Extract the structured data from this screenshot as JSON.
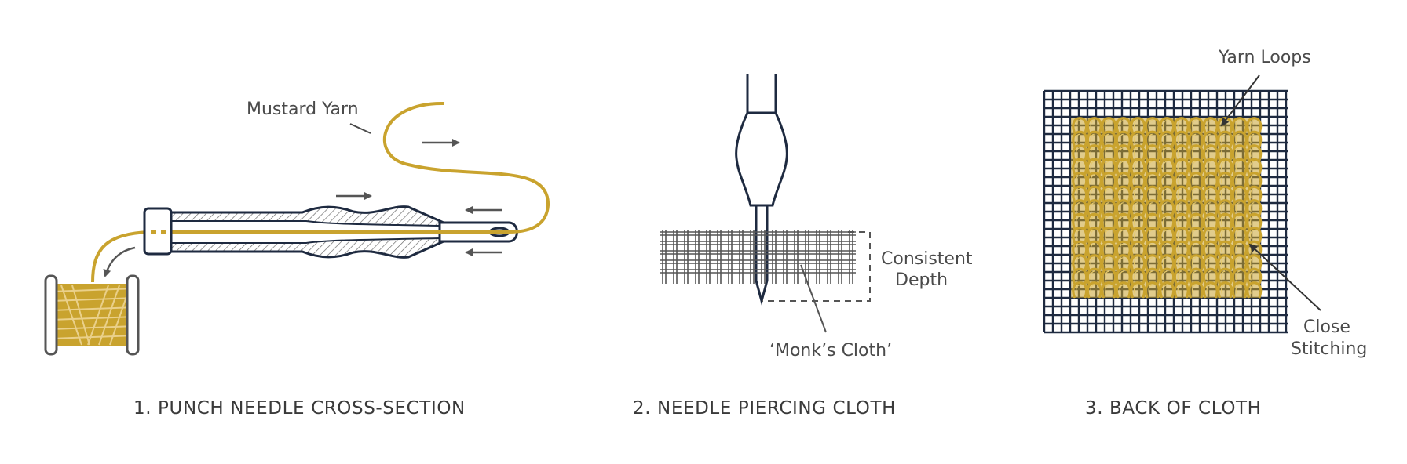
{
  "colors": {
    "navy": "#1e2a40",
    "yarn": "#c9a32e",
    "gray": "#555555",
    "hatch": "#6c6c6c"
  },
  "panel1": {
    "caption": "1. PUNCH NEEDLE CROSS-SECTION",
    "yarn_label": "Mustard Yarn"
  },
  "panel2": {
    "caption": "2. NEEDLE PIERCING CLOTH",
    "depth_label_line1": "Consistent",
    "depth_label_line2": "Depth",
    "cloth_label": "‘Monk’s Cloth’"
  },
  "panel3": {
    "caption": "3. BACK OF CLOTH",
    "loops_label": "Yarn Loops",
    "stitch_label_line1": "Close",
    "stitch_label_line2": "Stitching"
  }
}
